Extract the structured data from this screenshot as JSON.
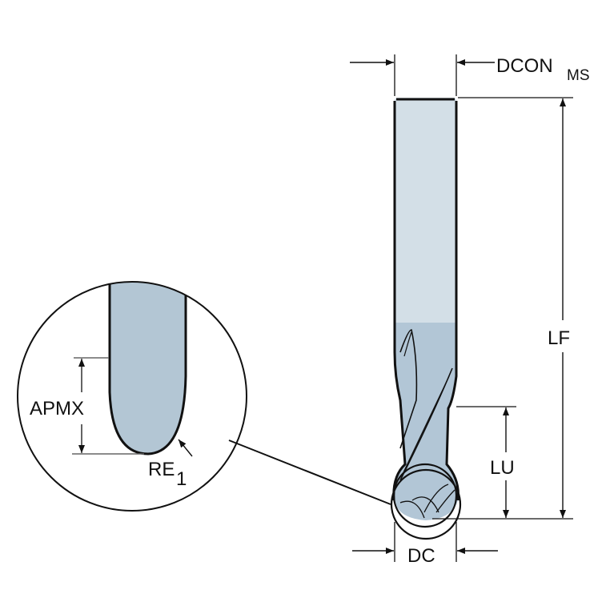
{
  "labels": {
    "dcon": "DCON",
    "dcon_sub": "MS",
    "lf": "LF",
    "lu": "LU",
    "dc": "DC",
    "apmx": "APMX",
    "re": "RE",
    "re_sub": "1"
  },
  "colors": {
    "shank": "#d3dfe7",
    "body": "#b2c6d6",
    "detail_fill": "#b3c6d4",
    "line": "#111111"
  }
}
